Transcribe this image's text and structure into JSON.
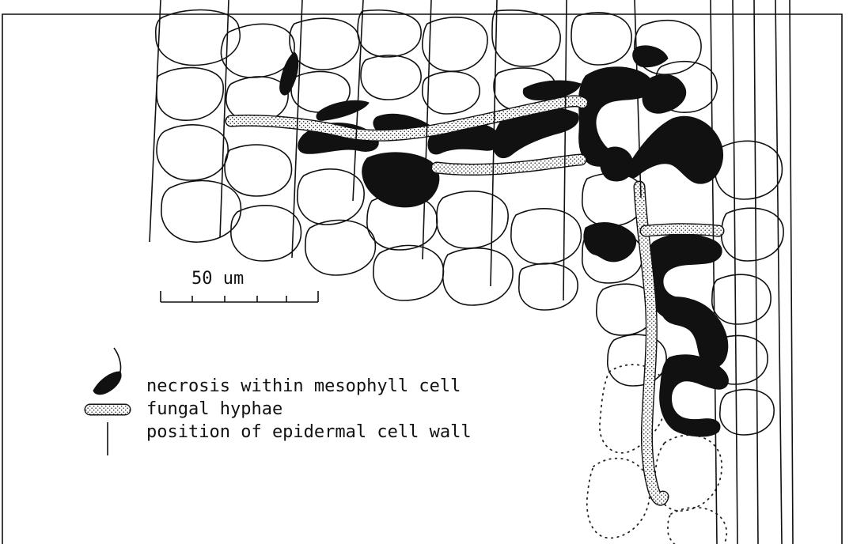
{
  "scale_bar": {
    "label": "50 um"
  },
  "legend": {
    "items": [
      {
        "symbol": "necrosis-symbol",
        "label": "necrosis within mesophyll cell"
      },
      {
        "symbol": "hypha-symbol",
        "label": "fungal hyphae"
      },
      {
        "symbol": "wall-symbol",
        "label": "position of epidermal cell wall"
      }
    ]
  },
  "colors": {
    "ink": "#111111",
    "paper": "#ffffff"
  }
}
